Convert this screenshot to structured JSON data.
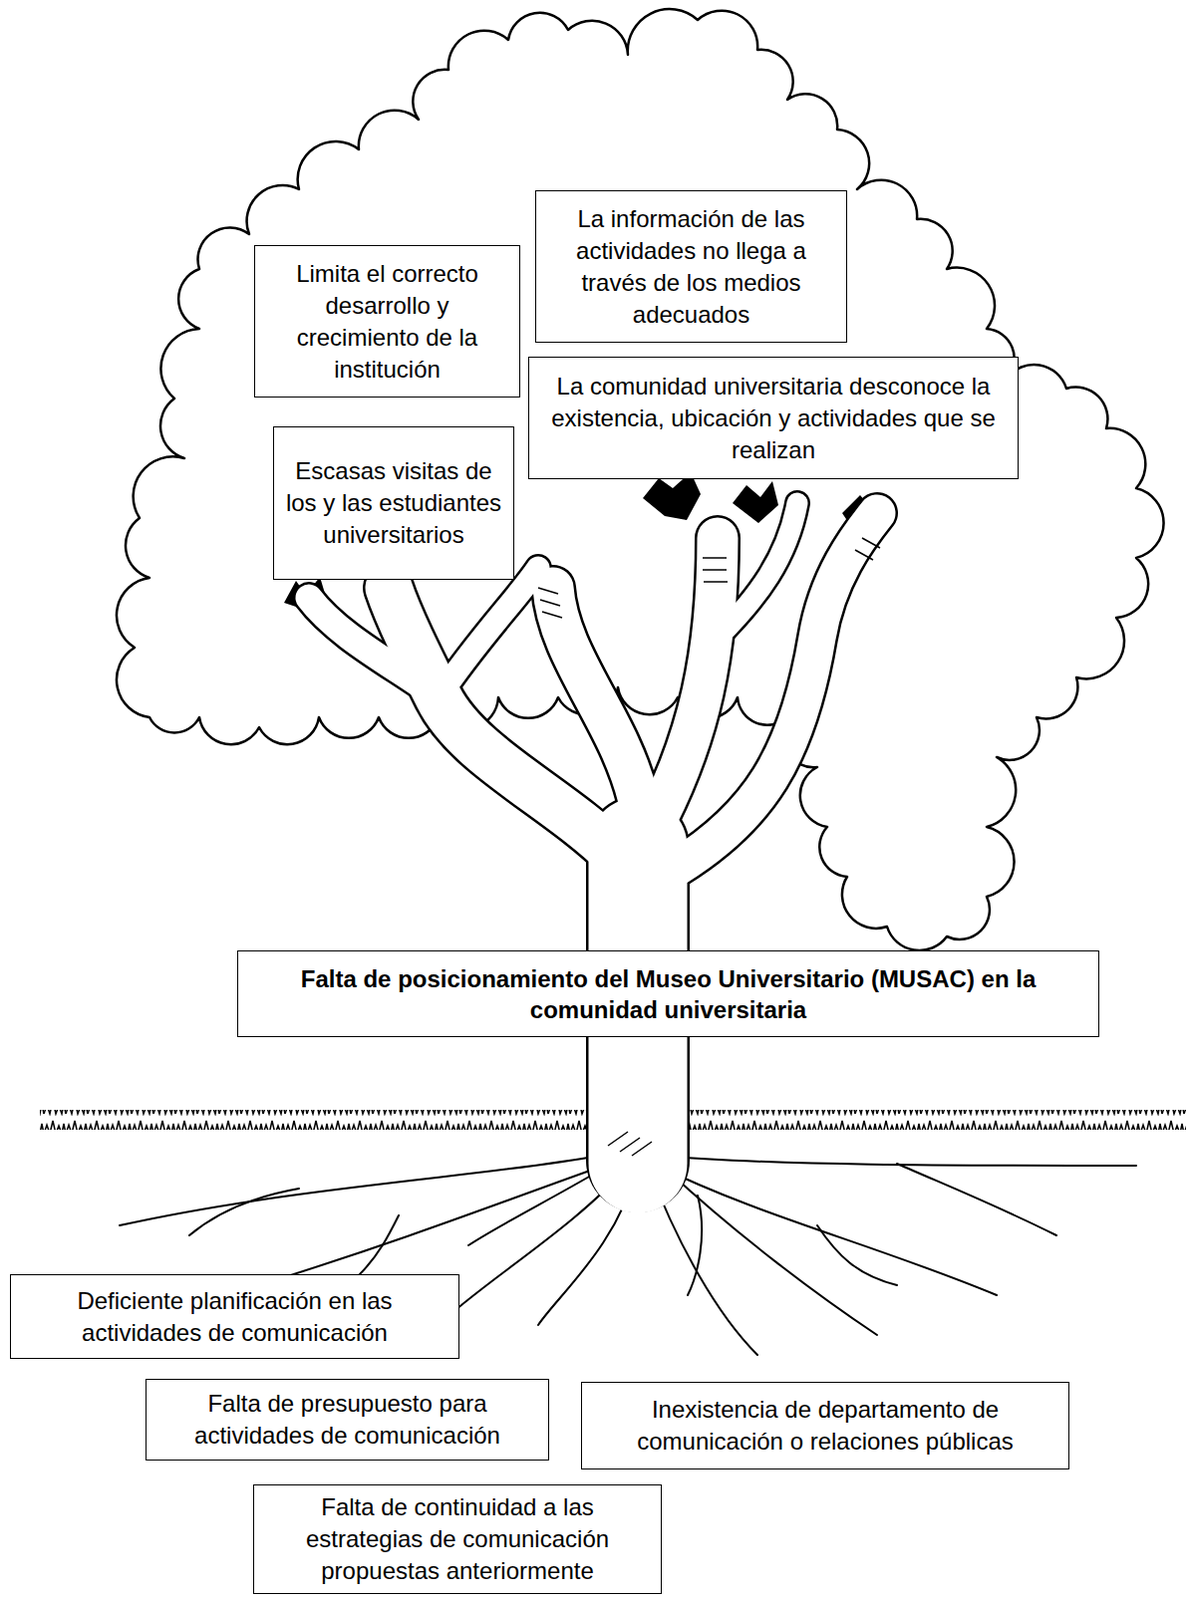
{
  "diagram": {
    "nodes": [
      {
        "text": [
          "Limita el correcto desarrollo y crecimiento de la institución"
        ]
      },
      {
        "text": [
          "La información de las actividades no llega a través de los medios adecuados"
        ]
      },
      {
        "text": [
          "Escasas visitas de los y las estudiantes universitarios"
        ]
      },
      {
        "text": [
          "La comunidad universitaria desconoce la existencia, ubicación y actividades que se realizan"
        ]
      },
      {
        "text": [
          "Falta de posicionamiento del Museo Universitario (MUSAC) en la comunidad universitaria"
        ]
      },
      {
        "text": [
          "Deficiente planificación en las actividades de comunicación"
        ]
      },
      {
        "text": [
          "Falta de presupuesto para actividades de comunicación"
        ]
      },
      {
        "text": [
          "Inexistencia de departamento de comunicación o relaciones públicas"
        ]
      },
      {
        "text": [
          "Falta de continuidad a las estrategias de comunicación propuestas anteriormente"
        ]
      }
    ]
  }
}
